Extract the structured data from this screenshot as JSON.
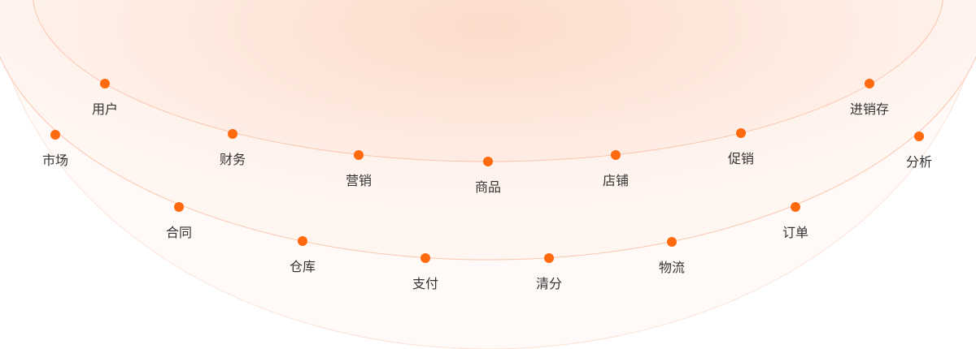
{
  "colors": {
    "dot": "#ff6a0f",
    "ring_stroke": "#f9c6ad",
    "label": "#333333"
  },
  "inner_ring": {
    "nodes": [
      "用户",
      "财务",
      "营销",
      "商品",
      "店铺",
      "促销",
      "进销存"
    ]
  },
  "outer_ring": {
    "nodes": [
      "市场",
      "合同",
      "仓库",
      "支付",
      "清分",
      "物流",
      "订单",
      "分析"
    ]
  }
}
